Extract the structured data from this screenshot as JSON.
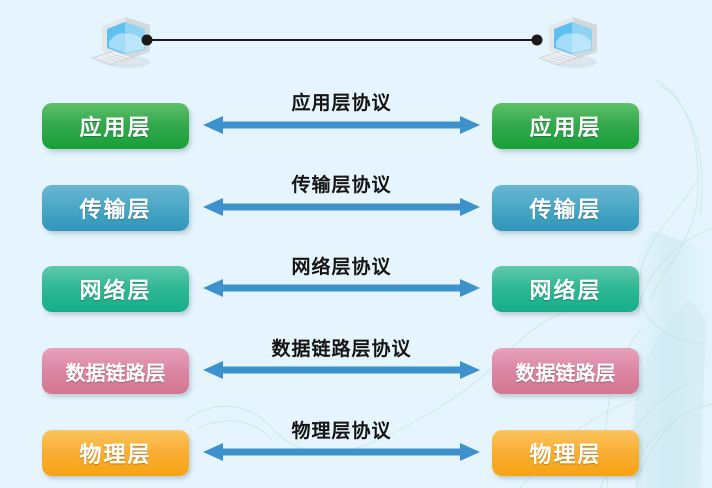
{
  "background": {
    "color": "#e6f5fd",
    "decor": "faint-swirl-ribbon-watermark"
  },
  "colors": {
    "background": "#e6f5fd",
    "arrow": "#3d92ce",
    "link_line": "#1a1a1a",
    "caption_text": "#141414",
    "layer_text": "#ffffff",
    "application": "#22a443",
    "transport": "#3fa0c0",
    "network": "#23b490",
    "data_link": "#d9809e",
    "physical": "#f8ad27"
  },
  "endpoints": [
    {
      "name": "left-host",
      "icon": "desktop-computer-icon"
    },
    {
      "name": "right-host",
      "icon": "desktop-computer-icon"
    }
  ],
  "link": {
    "name": "host-to-host-link",
    "endpoint_marker": "dot"
  },
  "layers": [
    {
      "id": "application",
      "label": "应用层",
      "protocol_label": "应用层协议",
      "color": "#22a443"
    },
    {
      "id": "transport",
      "label": "传输层",
      "protocol_label": "传输层协议",
      "color": "#3fa0c0"
    },
    {
      "id": "network",
      "label": "网络层",
      "protocol_label": "网络层协议",
      "color": "#23b490"
    },
    {
      "id": "data_link",
      "label": "数据链路层",
      "protocol_label": "数据链路层协议",
      "color": "#d9809e"
    },
    {
      "id": "physical",
      "label": "物理层",
      "protocol_label": "物理层协议",
      "color": "#f8ad27"
    }
  ],
  "arrows": {
    "style": "double-headed",
    "direction": "bidirectional"
  }
}
